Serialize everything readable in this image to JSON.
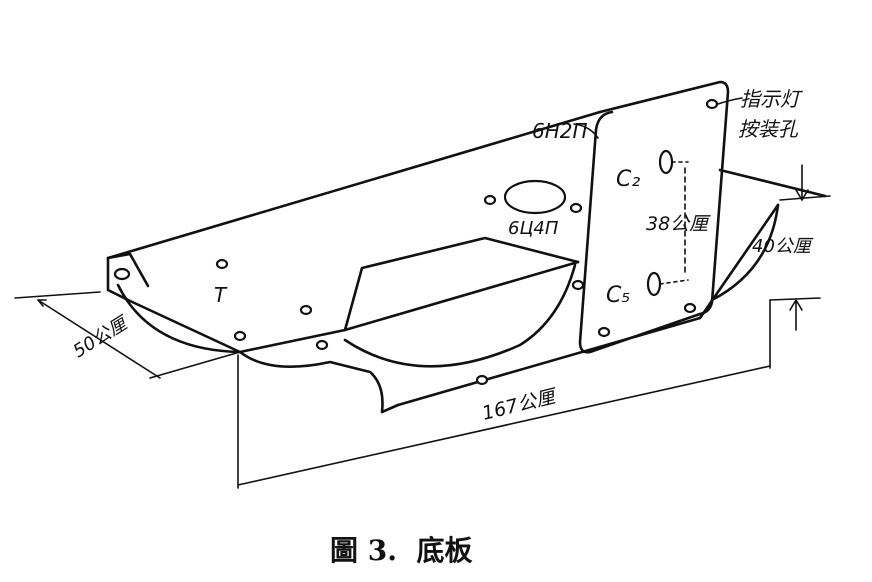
{
  "labels": {
    "tube_socket_1": "6H2П",
    "tube_socket_2": "6Ц4П",
    "lamp_hole_line1": "指示灯",
    "lamp_hole_line2": "按装孔",
    "cap_c2": "C₂",
    "cap_c5": "C₅",
    "mark_t": "T",
    "dim_width": "50公厘",
    "dim_length": "167公厘",
    "dim_height": "40公厘",
    "dim_spacing": "38公厘"
  },
  "caption": "圖 3.  底板"
}
